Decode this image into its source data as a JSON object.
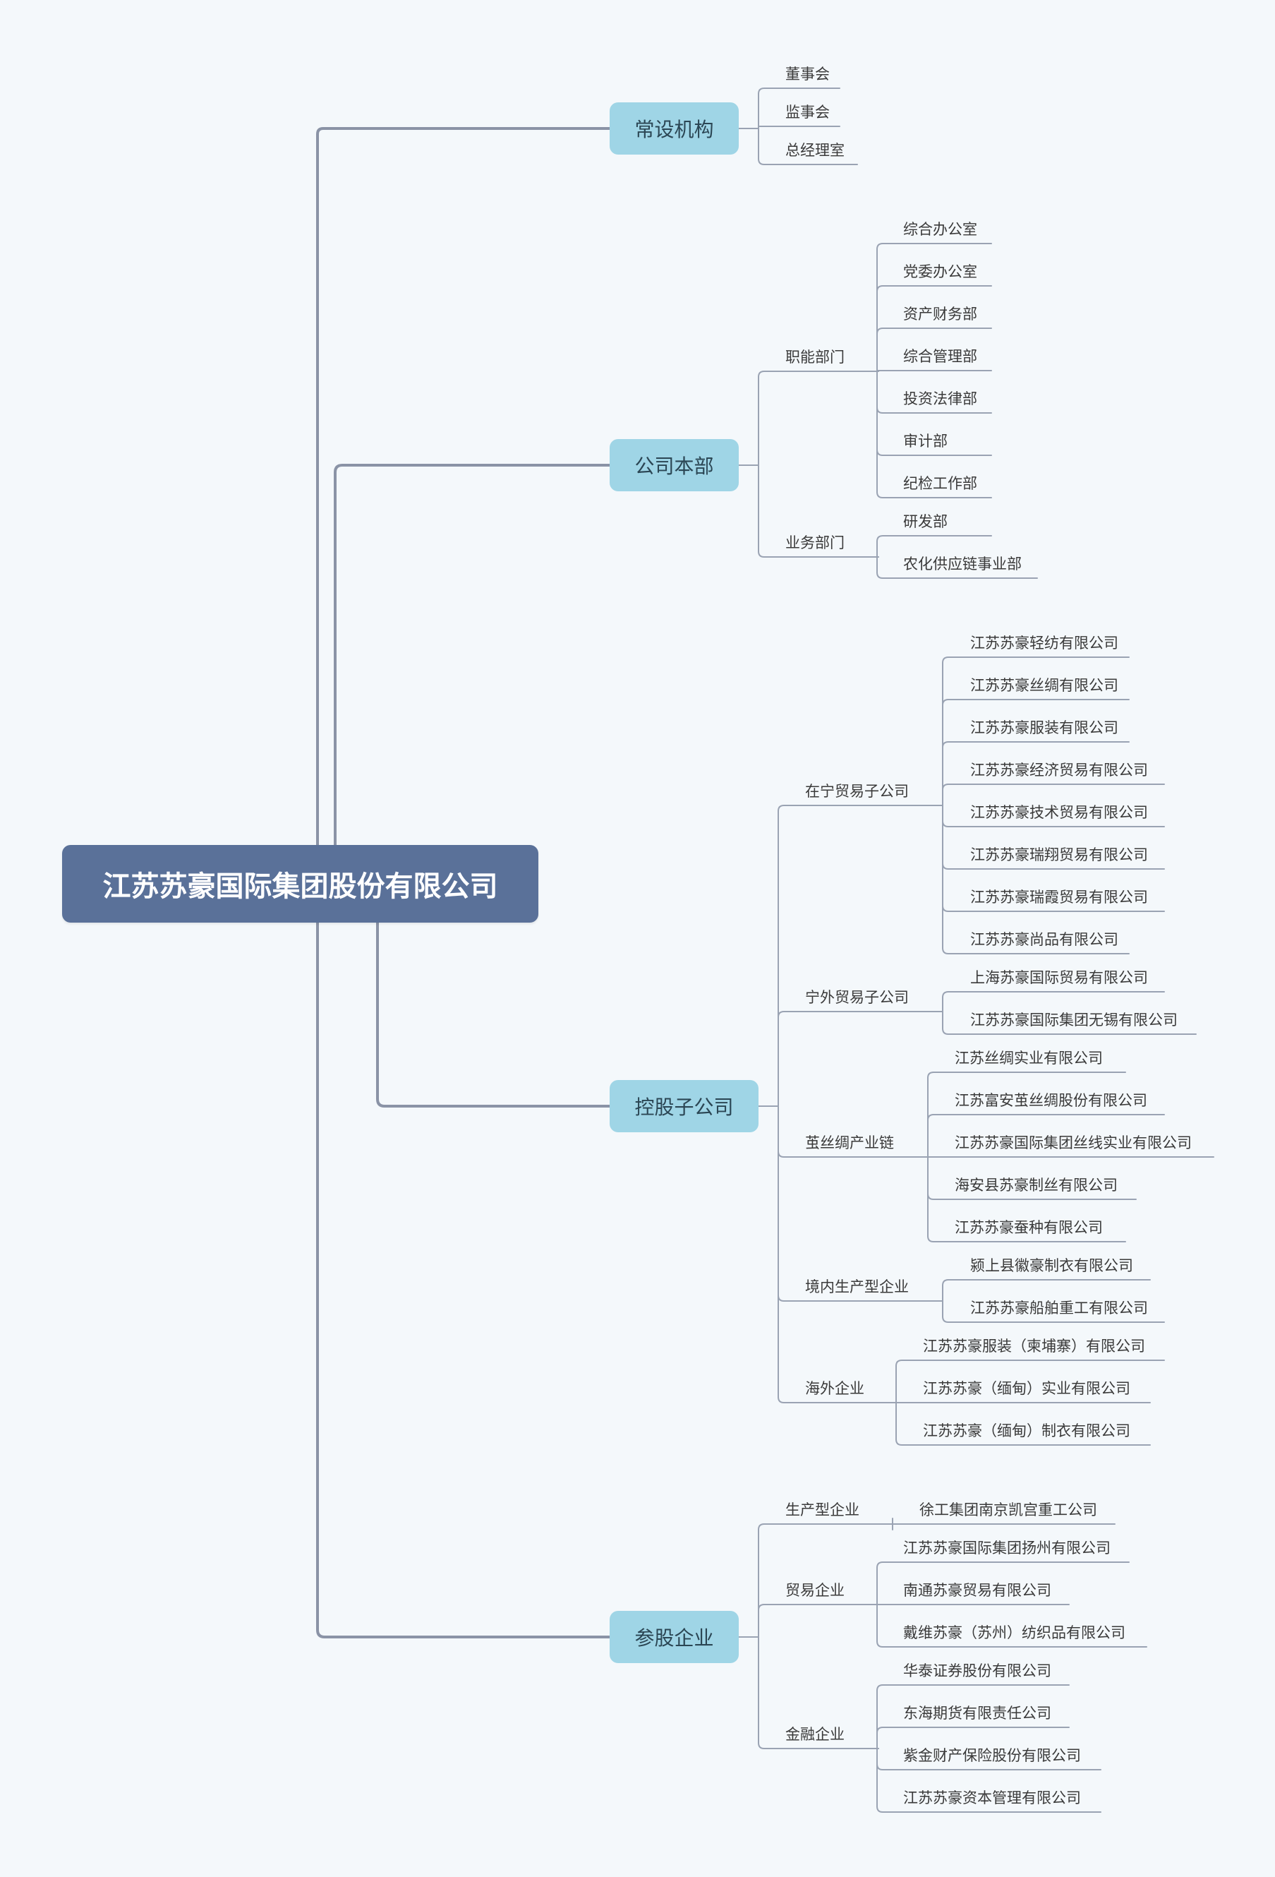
{
  "colors": {
    "background": "#f4f8fb",
    "root_fill": "#5a7199",
    "main_fill": "#9fd5e6",
    "trunk_line": "#8a93a6",
    "branch_line": "#9aa3b3"
  },
  "root": {
    "label": "江苏苏豪国际集团股份有限公司"
  },
  "branches": [
    {
      "label": "常设机构",
      "leaves": [
        "董事会",
        "监事会",
        "总经理室"
      ]
    },
    {
      "label": "公司本部",
      "groups": [
        {
          "label": "职能部门",
          "items": [
            "综合办公室",
            "党委办公室",
            "资产财务部",
            "综合管理部",
            "投资法律部",
            "审计部",
            "纪检工作部"
          ]
        },
        {
          "label": "业务部门",
          "items": [
            "研发部",
            "农化供应链事业部"
          ]
        }
      ]
    },
    {
      "label": "控股子公司",
      "groups": [
        {
          "label": "在宁贸易子公司",
          "items": [
            "江苏苏豪轻纺有限公司",
            "江苏苏豪丝绸有限公司",
            "江苏苏豪服装有限公司",
            "江苏苏豪经济贸易有限公司",
            "江苏苏豪技术贸易有限公司",
            "江苏苏豪瑞翔贸易有限公司",
            "江苏苏豪瑞霞贸易有限公司",
            "江苏苏豪尚品有限公司"
          ]
        },
        {
          "label": "宁外贸易子公司",
          "items": [
            "上海苏豪国际贸易有限公司",
            "江苏苏豪国际集团无锡有限公司"
          ]
        },
        {
          "label": "茧丝绸产业链",
          "items": [
            "江苏丝绸实业有限公司",
            "江苏富安茧丝绸股份有限公司",
            "江苏苏豪国际集团丝线实业有限公司",
            "海安县苏豪制丝有限公司",
            "江苏苏豪蚕种有限公司"
          ]
        },
        {
          "label": "境内生产型企业",
          "items": [
            "颍上县徽豪制衣有限公司",
            "江苏苏豪船舶重工有限公司"
          ]
        },
        {
          "label": "海外企业",
          "items": [
            "江苏苏豪服装（柬埔寨）有限公司",
            "江苏苏豪（缅甸）实业有限公司",
            "江苏苏豪（缅甸）制衣有限公司"
          ]
        }
      ]
    },
    {
      "label": "参股企业",
      "groups": [
        {
          "label": "生产型企业",
          "items": [
            "徐工集团南京凯宫重工公司"
          ]
        },
        {
          "label": "贸易企业",
          "items": [
            "江苏苏豪国际集团扬州有限公司",
            "南通苏豪贸易有限公司",
            "戴维苏豪（苏州）纺织品有限公司"
          ]
        },
        {
          "label": "金融企业",
          "items": [
            "华泰证券股份有限公司",
            "东海期货有限责任公司",
            "紫金财产保险股份有限公司",
            "江苏苏豪资本管理有限公司"
          ]
        }
      ]
    }
  ]
}
